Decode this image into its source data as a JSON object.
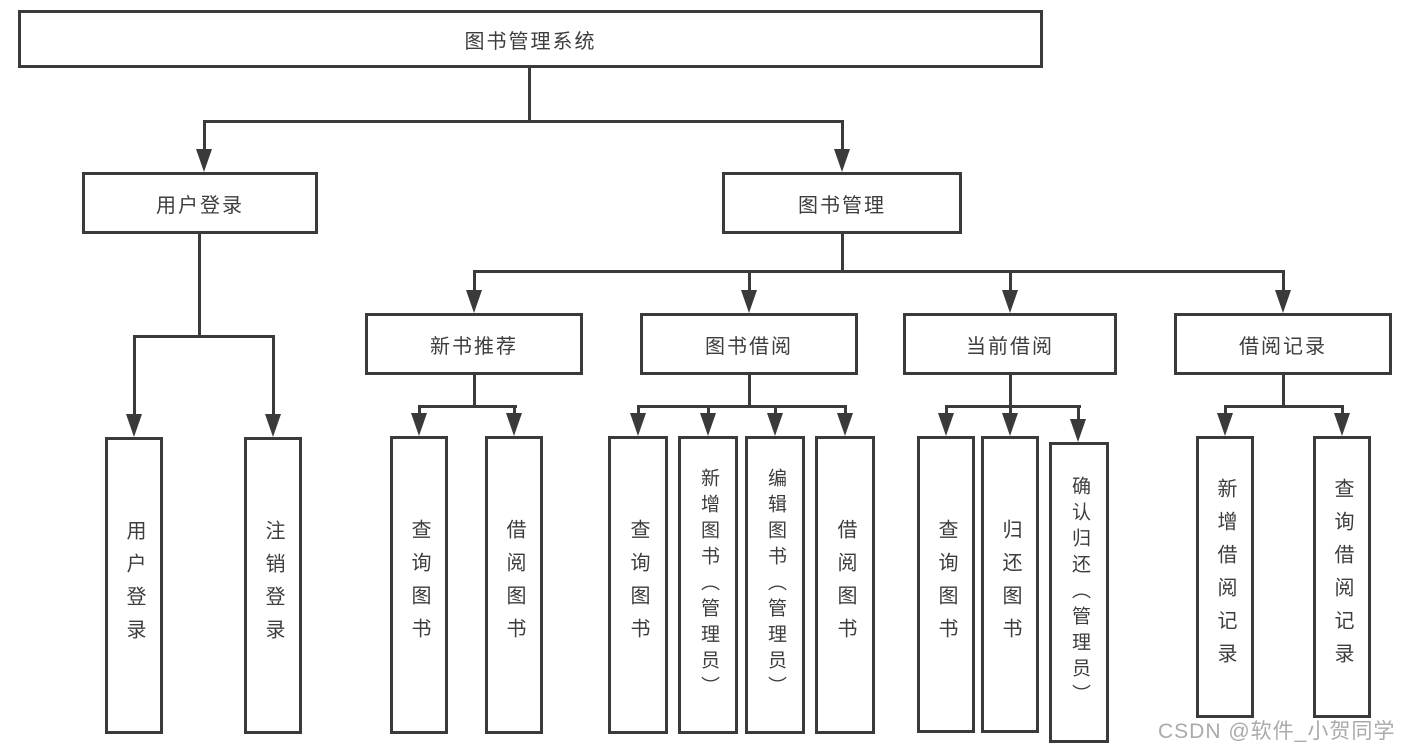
{
  "diagram_type": "functional-structure-tree",
  "colors": {
    "line": "#3a3a3a",
    "text": "#3d3d3d",
    "box_background": "#ffffff",
    "page_background": "#ffffff",
    "watermark": "#a3a3a3"
  },
  "tree": {
    "label": "图书管理系统",
    "children": [
      {
        "label": "用户登录",
        "children": [
          {
            "label": "用户登录"
          },
          {
            "label": "注销登录"
          }
        ]
      },
      {
        "label": "图书管理",
        "children": [
          {
            "label": "新书推荐",
            "children": [
              {
                "label": "查询图书"
              },
              {
                "label": "借阅图书"
              }
            ]
          },
          {
            "label": "图书借阅",
            "children": [
              {
                "label": "查询图书"
              },
              {
                "label": "新增图书（管理员）"
              },
              {
                "label": "编辑图书（管理员）"
              },
              {
                "label": "借阅图书"
              }
            ]
          },
          {
            "label": "当前借阅",
            "children": [
              {
                "label": "查询图书"
              },
              {
                "label": "归还图书"
              },
              {
                "label": "确认归还（管理员）"
              }
            ]
          },
          {
            "label": "借阅记录",
            "children": [
              {
                "label": "新增借阅记录"
              },
              {
                "label": "查询借阅记录"
              }
            ]
          }
        ]
      }
    ]
  },
  "watermark": {
    "text": "CSDN @软件_小贺同学"
  }
}
